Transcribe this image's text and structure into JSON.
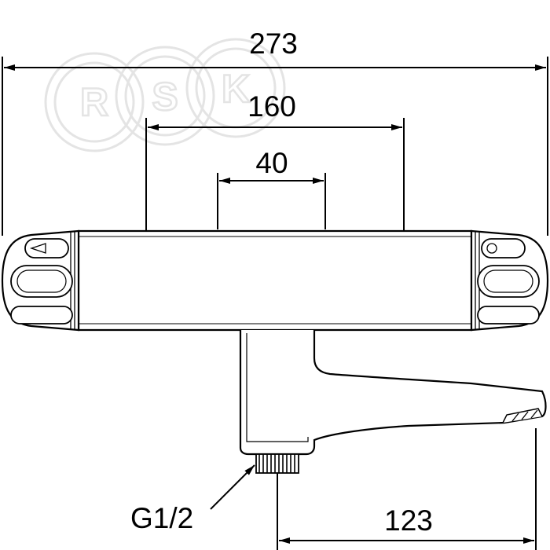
{
  "watermark": {
    "letters": [
      "R",
      "S",
      "K"
    ],
    "color": "#e4e4e4"
  },
  "dimensions": {
    "overall_width": "273",
    "cartridge_spacing": "160",
    "center_block": "40",
    "spout_reach": "123",
    "connection_thread": "G1/2"
  },
  "colors": {
    "line": "#000000",
    "background": "#ffffff"
  }
}
